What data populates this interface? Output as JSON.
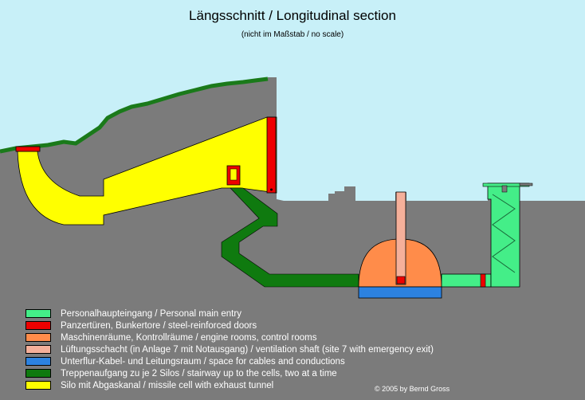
{
  "title": "Längsschnitt / Longitudinal section",
  "subtitle": "(nicht im Maßstab / no scale)",
  "colors": {
    "sky": "#c8f0f8",
    "ground": "#7b7b7b",
    "grass": "#1a7a1a",
    "personal_entry": "#44ee88",
    "doors": "#ee0000",
    "engine_rooms": "#ff8c4a",
    "ventilation": "#f5b09a",
    "cable_space": "#2c82e0",
    "stairway": "#0f7a0f",
    "silo": "#ffff00"
  },
  "legend": [
    {
      "color": "#44ee88",
      "text": "Personalhaupteingang / Personal main entry"
    },
    {
      "color": "#ee0000",
      "text": "Panzertüren, Bunkertore / steel-reinforced doors"
    },
    {
      "color": "#ff8c4a",
      "text": "Maschinenräume, Kontrollräume / engine rooms, control rooms"
    },
    {
      "color": "#f5b09a",
      "text": "Lüftungsschacht (in Anlage 7 mit Notausgang) / ventilation shaft (site 7 with emergency exit)"
    },
    {
      "color": "#2c82e0",
      "text": "Unterflur-Kabel- und Leitungsraum / space for cables and conductions"
    },
    {
      "color": "#0f7a0f",
      "text": "Treppenaufgang zu je 2 Silos / stairway up to the cells, two at a time"
    },
    {
      "color": "#ffff00",
      "text": "Silo mit Abgaskanal / missile cell with exhaust tunnel"
    }
  ],
  "copyright": "© 2005 by Bernd Gross"
}
